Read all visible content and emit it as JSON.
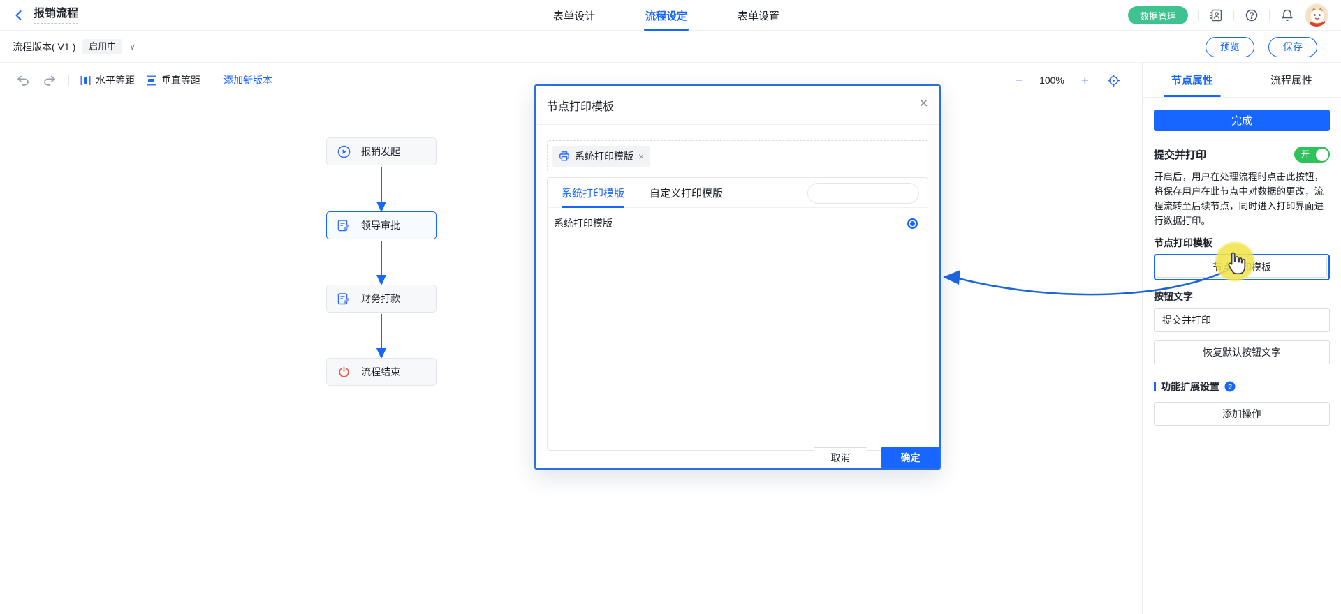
{
  "header": {
    "title": "报销流程",
    "tabs": [
      {
        "label": "表单设计",
        "active": false
      },
      {
        "label": "流程设定",
        "active": true
      },
      {
        "label": "表单设置",
        "active": false
      }
    ],
    "data_manage_button": "数据管理"
  },
  "version_bar": {
    "version_label": "流程版本( V1 )",
    "status_badge": "启用中",
    "chevron_glyph": "∨",
    "preview_button": "预览",
    "save_button": "保存"
  },
  "toolbar": {
    "distribute_horizontal": "水平等距",
    "distribute_vertical": "垂直等距",
    "add_new_version": "添加新版本",
    "zoom_out_glyph": "−",
    "zoom_level": "100%",
    "zoom_in_glyph": "+"
  },
  "canvas": {
    "nodes": [
      {
        "label": "报销发起"
      },
      {
        "label": "领导审批"
      },
      {
        "label": "财务打款"
      },
      {
        "label": "流程结束"
      }
    ]
  },
  "modal": {
    "title": "节点打印模板",
    "close_glyph": "×",
    "selected_chip": "系统打印模版",
    "chip_remove_glyph": "×",
    "tabs": [
      {
        "label": "系统打印模版",
        "active": true
      },
      {
        "label": "自定义打印模版",
        "active": false
      }
    ],
    "search_placeholder": "",
    "list": [
      {
        "label": "系统打印模版",
        "selected": true
      }
    ],
    "cancel_button": "取消",
    "confirm_button": "确定"
  },
  "panel": {
    "tabs": [
      {
        "label": "节点属性",
        "active": true
      },
      {
        "label": "流程属性",
        "active": false
      }
    ],
    "complete_button": "完成",
    "submit_print_label": "提交并打印",
    "toggle_on_text": "开",
    "description": "开启后，用户在处理流程时点击此按钮，将保存用户在此节点中对数据的更改，流程流转至后续节点，同时进入打印界面进行数据打印。",
    "node_print_template_label": "节点打印模板",
    "node_print_template_button": "节点打印模板",
    "button_text_label": "按钮文字",
    "button_text_value": "提交并打印",
    "restore_default_button": "恢复默认按钮文字",
    "extension_settings_label": "功能扩展设置",
    "add_action_button": "添加操作"
  },
  "icons": {
    "back": "chevron-left",
    "contacts": "address-book",
    "help": "question-circle",
    "notifications": "bell",
    "target": "crosshair",
    "printer": "printer",
    "search": "magnifier",
    "start_node": "play-circle",
    "task_node": "document-pen",
    "end_node": "power",
    "extension_help": "question-circle-filled"
  },
  "colors": {
    "primary": "#1766ff",
    "green_button": "#3ec28f",
    "toggle_on": "#2fc25b",
    "end_node_icon": "#f25643",
    "annotation_arrow": "#1b64d9",
    "cursor_highlight": "#f2e44c"
  }
}
